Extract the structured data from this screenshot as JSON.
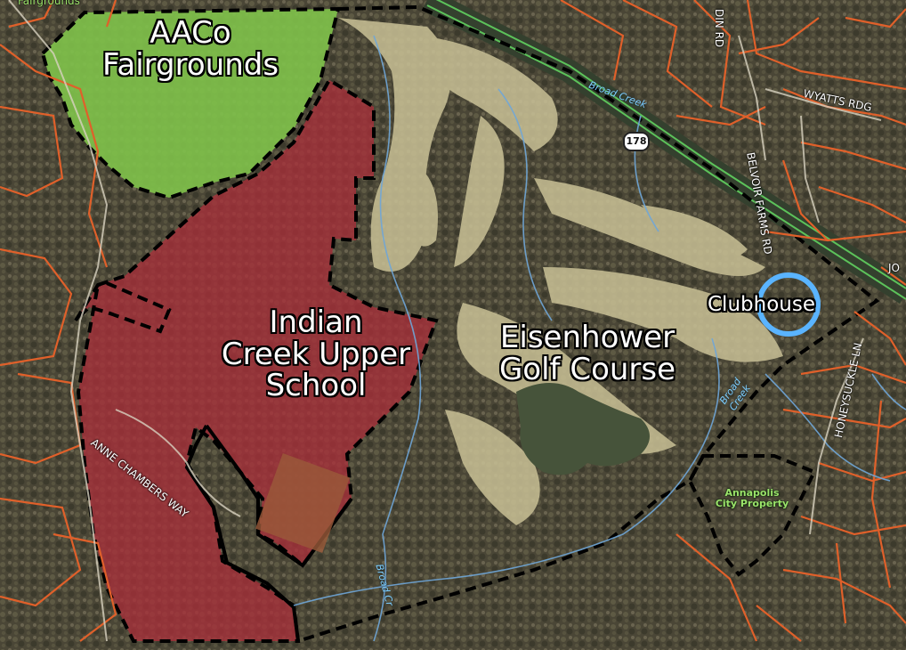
{
  "areas": {
    "fairgrounds": {
      "line1": "AACo",
      "line2": "Fairgrounds",
      "color": "#7fc24a"
    },
    "school": {
      "line1": "Indian",
      "line2": "Creek Upper",
      "line3": "School",
      "color": "#a8303a"
    },
    "golf": {
      "line1": "Eisenhower",
      "line2": "Golf Course"
    },
    "clubhouse": {
      "label": "Clubhouse",
      "marker_color": "#5ab4ff"
    },
    "city_property": {
      "line1": "Annapolis",
      "line2": "City Property",
      "color": "#7dd14a"
    }
  },
  "roads": {
    "fairgrounds_corner": "Fairgrounds",
    "anne_chambers": "ANNE CHAMBERS WAY",
    "wyatts": "WYATTS RDG",
    "belvoir": "BELVOIR FARMS RD",
    "honeysuckle": "HONEYSUCKLE LN",
    "din": "DIN RD",
    "jo": "JO",
    "route_shield": "178"
  },
  "water": {
    "broad_creek_top": "Broad Creek",
    "broad_creek_right": "Broad Creek",
    "broad_creek_bottom": "Broad Cr"
  },
  "colors": {
    "parcel_line": "#e0602a",
    "stream": "#6fa6d8",
    "highway": "#5cc25a",
    "boundary": "#000000"
  }
}
